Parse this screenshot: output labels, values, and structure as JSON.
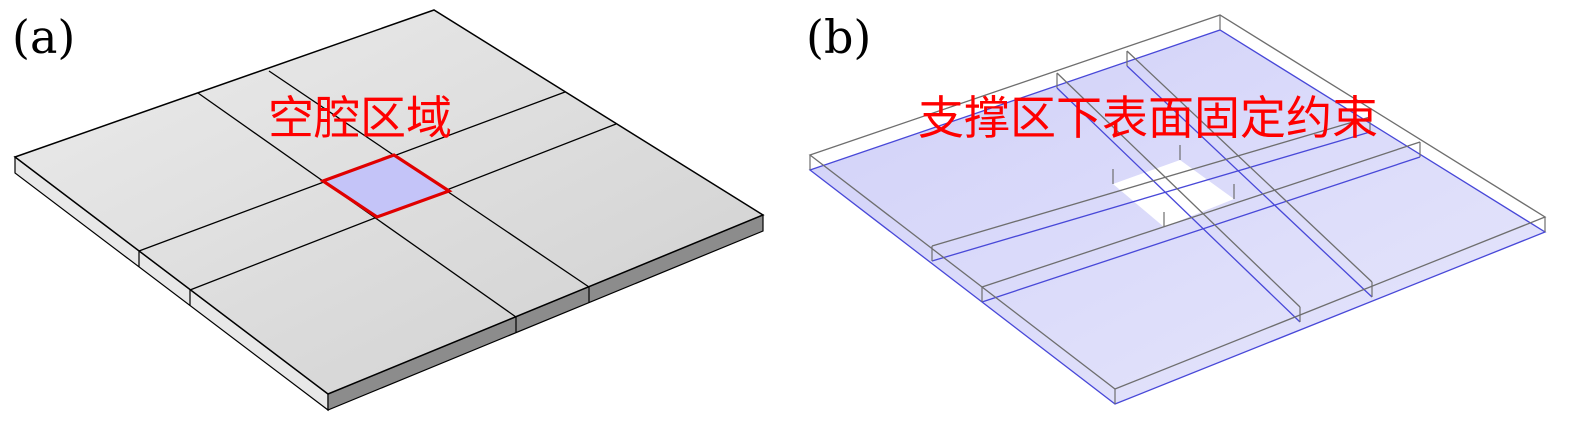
{
  "panels": [
    {
      "label": "(a)",
      "annotation": "空腔区域",
      "annotation_color": "#ff0000",
      "highlight_color": "#c4c4f8"
    },
    {
      "label": "(b)",
      "annotation": "支撑区下表面固定约束",
      "annotation_color": "#ff0000",
      "highlight_color": "#d6d6fa"
    }
  ]
}
